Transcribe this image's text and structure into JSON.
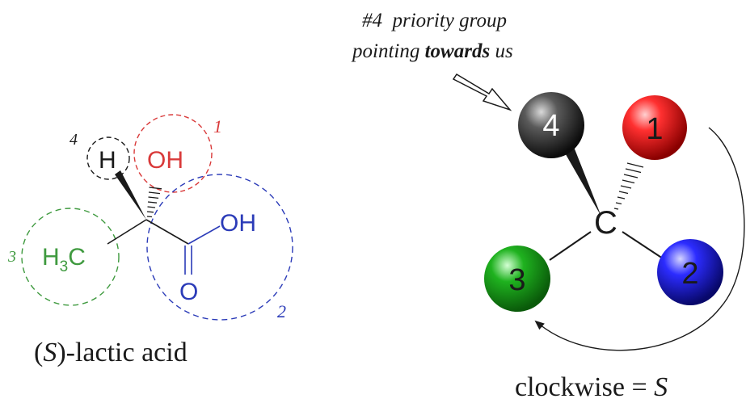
{
  "left_molecule": {
    "priority_1": "1",
    "priority_2": "2",
    "priority_3": "3",
    "priority_4": "4",
    "h_label": "H",
    "oh_top_label": "OH",
    "oh_acid_label": "OH",
    "carbonyl_o_label": "O",
    "methyl_h": "H",
    "methyl_sub": "3",
    "methyl_c": "C",
    "name_open": "(",
    "name_s": "S",
    "name_rest": ")-lactic acid",
    "colors": {
      "priority_1": "#d93a3a",
      "priority_2": "#2b3bb8",
      "priority_3": "#3f9a3f",
      "priority_4": "#1a1a1a"
    }
  },
  "right_model": {
    "annotation_line1": "#4  priority group",
    "annotation_line2_prefix": "pointing ",
    "annotation_line2_bold": "towards",
    "annotation_line2_suffix": " us",
    "center_atom": "C",
    "ball_4": "4",
    "ball_1": "1",
    "ball_3": "3",
    "ball_2": "2",
    "ball_colors": {
      "ball_4": "#2a2a2a",
      "ball_1": "#e01e1e",
      "ball_3": "#1f9a1f",
      "ball_2": "#2424d8"
    },
    "direction_text": "clockwise = S"
  }
}
